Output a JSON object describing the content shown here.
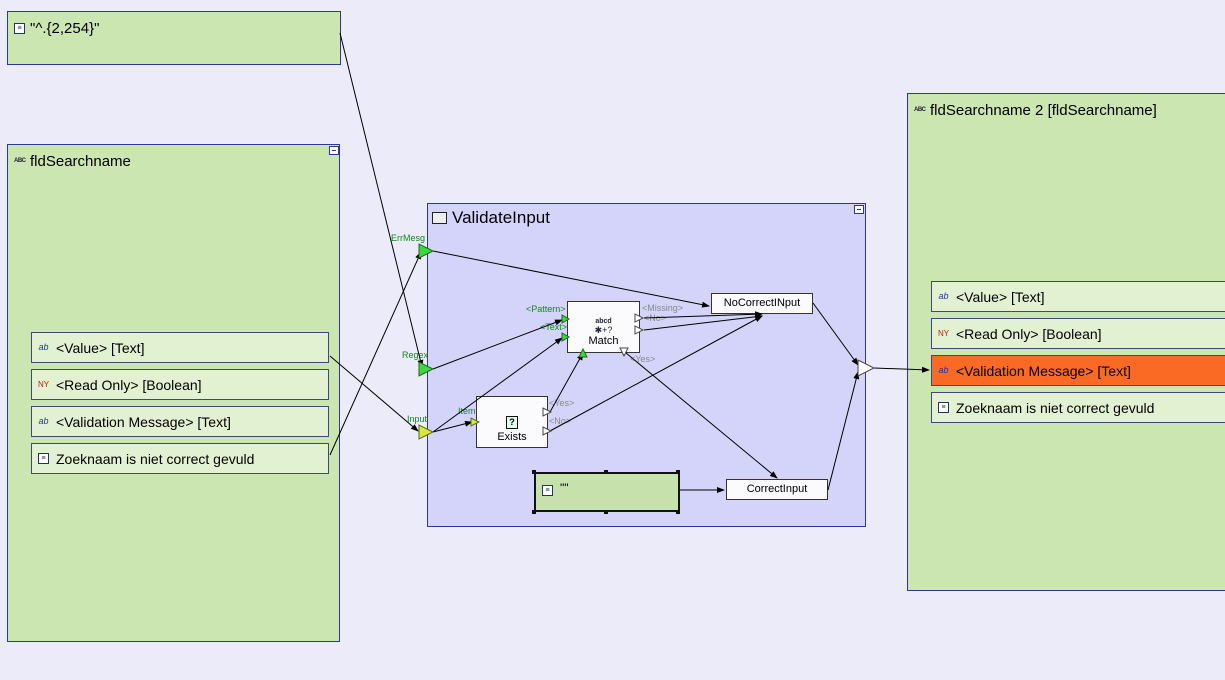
{
  "regex_node": {
    "text": "\"^.{2,254}\""
  },
  "left_node": {
    "title": "fldSearchname",
    "fields": [
      "<Value> [Text]",
      "<Read Only> [Boolean]",
      "<Validation Message> [Text]",
      "Zoeknaam is niet correct gevuld"
    ]
  },
  "validate": {
    "title": "ValidateInput",
    "inputs": [
      "ErrMesg",
      "Regex",
      "Input"
    ],
    "match": {
      "label": "Match",
      "glyph_top": "abcd",
      "glyph_bottom": "✱+?",
      "in_ports": [
        "<Pattern>",
        "<Text>"
      ],
      "out_ports": [
        "<Missing>",
        "<No>",
        "<Yes>"
      ]
    },
    "exists": {
      "label": "Exists",
      "in_port": "Item",
      "out_ports": [
        "<Yes>",
        "<No>"
      ]
    },
    "empty_const": "\"\"",
    "no_correct": "NoCorrectINput",
    "correct": "CorrectInput"
  },
  "right_node": {
    "title": "fldSearchname 2 [fldSearchname]",
    "fields": [
      "<Value> [Text]",
      "<Read Only> [Boolean]",
      "<Validation Message> [Text]",
      "Zoeknaam is niet correct gevuld"
    ]
  },
  "colors": {
    "highlight": "#fa6a24",
    "node_bg": "#cbe6b0",
    "canvas": "#ecebfa",
    "validate_bg": "#d4d4fa"
  }
}
